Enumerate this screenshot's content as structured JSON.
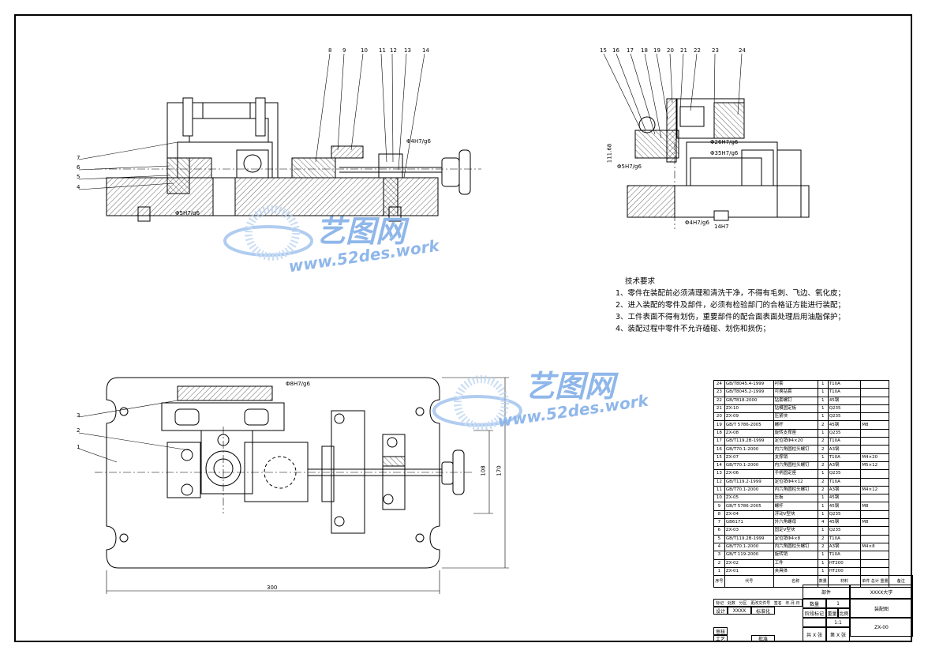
{
  "tech_requirements": {
    "heading": "技术要求",
    "lines": [
      "1、零件在装配前必须清理和清洗干净，不得有毛刺、飞边、氧化皮；",
      "2、进入装配的零件及部件，必须有检验部门的合格证方能进行装配；",
      "3、工件表面不得有划伤，重要部件的配合面表面处理后用油脂保护；",
      "4、装配过程中零件不允许磕碰、划伤和损伤；"
    ]
  },
  "watermark": {
    "brand": "艺图网",
    "url": "www.52des.work",
    "color": "#8fb7ea"
  },
  "front_view_callouts": [
    "4",
    "5",
    "6",
    "7",
    "8",
    "9",
    "10",
    "11",
    "12",
    "13",
    "14"
  ],
  "front_view_dims": {
    "fit_a": "Φ4H7/g6",
    "fit_b": "Φ5H7/g6"
  },
  "side_view_callouts": [
    "15",
    "16",
    "17",
    "18",
    "19",
    "20",
    "21",
    "22",
    "23",
    "24"
  ],
  "side_view_dims": {
    "fit_a": "Φ26H7/g6",
    "fit_b": "Φ35H7/g6",
    "fit_c": "Φ5H7/g6",
    "fit_d": "Φ4H7/g6",
    "height": "111.68",
    "slot": "14H7"
  },
  "top_view_callouts": [
    "1",
    "2",
    "3"
  ],
  "top_view_dims": {
    "fit": "Φ8H7/g6",
    "width": "300",
    "height_outer": "170",
    "height_inner": "108"
  },
  "bom": {
    "rows": [
      [
        "24",
        "GB/T8045.4-1999",
        "衬套",
        "1",
        "T10A",
        ""
      ],
      [
        "23",
        "GB/T8045.2-1999",
        "可换钻套",
        "1",
        "T10A",
        ""
      ],
      [
        "22",
        "GB/T818-2000",
        "钻套螺钉",
        "1",
        "45钢",
        ""
      ],
      [
        "21",
        "ZX-10",
        "钻模固定板",
        "1",
        "Q235",
        ""
      ],
      [
        "20",
        "ZX-09",
        "压紧块",
        "1",
        "Q235",
        ""
      ],
      [
        "19",
        "GB/T 5786-2005",
        "螺杆",
        "2",
        "45钢",
        "M8"
      ],
      [
        "18",
        "ZX-08",
        "旋转支撑座",
        "1",
        "Q235",
        ""
      ],
      [
        "17",
        "GB/T119.2B-1999",
        "定位销Φ4×20",
        "2",
        "T10A",
        ""
      ],
      [
        "16",
        "GB/T70.1-2000",
        "内六角圆柱头螺钉",
        "2",
        "A3钢",
        ""
      ],
      [
        "15",
        "ZX-07",
        "支撑销",
        "1",
        "T10A",
        "M4×20"
      ],
      [
        "14",
        "GB/T70.1-2000",
        "内六角圆柱头螺钉",
        "2",
        "A3钢",
        "M5×12"
      ],
      [
        "13",
        "ZX-06",
        "手柄固定座",
        "1",
        "Q235",
        ""
      ],
      [
        "12",
        "GB/T119.2-1999",
        "定位销Φ4×12",
        "2",
        "T10A",
        ""
      ],
      [
        "11",
        "GB/T70.1-2000",
        "内六角圆柱头螺钉",
        "2",
        "A3钢",
        "M4×12"
      ],
      [
        "10",
        "ZX-05",
        "压板",
        "1",
        "45钢",
        ""
      ],
      [
        "9",
        "GB/T 5786-2005",
        "螺杆",
        "1",
        "45钢",
        "M8"
      ],
      [
        "8",
        "ZX-04",
        "浮动V型块",
        "1",
        "Q235",
        ""
      ],
      [
        "7",
        "GB6171",
        "外六角螺母",
        "4",
        "45钢",
        "M8"
      ],
      [
        "6",
        "ZX-03",
        "固定V型块",
        "1",
        "Q235",
        ""
      ],
      [
        "5",
        "GB/T119.2B-1999",
        "定位销Φ4×8",
        "2",
        "T10A",
        ""
      ],
      [
        "4",
        "GB/T70.1-2000",
        "内六角圆柱头螺钉",
        "2",
        "A3钢",
        "M4×8"
      ],
      [
        "3",
        "GB/T 119-2000",
        "旋转销",
        "1",
        "T10A",
        ""
      ],
      [
        "2",
        "ZX-02",
        "工件",
        "1",
        "HT200",
        ""
      ],
      [
        "1",
        "ZX-01",
        "夹具体",
        "1",
        "HT200",
        ""
      ]
    ],
    "header": [
      "序号",
      "代号",
      "名称",
      "数量",
      "材料",
      "单件 总计 重量",
      "备注"
    ]
  },
  "title_block": {
    "part_name": "部件",
    "school": "XXXX大学",
    "drawing_name": "装配图",
    "drawing_no": "ZX-00",
    "quantity_label": "数量",
    "quantity": "1",
    "scale_label": "比例",
    "scale": "1:1",
    "weight_label": "重量",
    "stage_label": "阶段标记",
    "sheet_total": "共 X 张",
    "sheet_no": "第 X 张",
    "design_label": "设计",
    "designer": "XXXX",
    "std_label": "标准化",
    "check_label": "审核",
    "process_label": "工艺",
    "approve_label": "批准",
    "mark_labels": [
      "标记",
      "处数",
      "分区",
      "更改文件号",
      "签名",
      "年.月.日"
    ]
  }
}
